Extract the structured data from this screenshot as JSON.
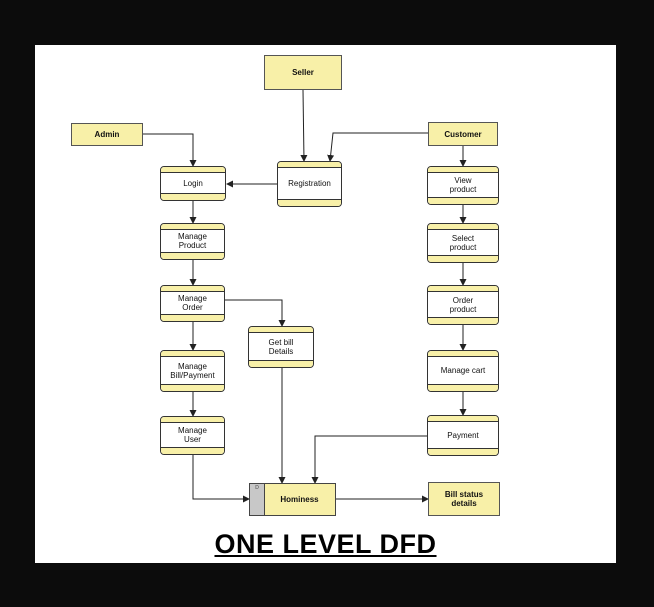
{
  "title": "ONE LEVEL DFD",
  "colors": {
    "fill": "#f8f0a8",
    "stroke": "#333333",
    "background": "#ffffff"
  },
  "entities": {
    "seller": "Seller",
    "admin": "Admin",
    "customer": "Customer",
    "bill_status": "Bill status\ndetails"
  },
  "processes": {
    "registration": "Registration",
    "login": "Login",
    "manage_product": "Manage\nProduct",
    "manage_order": "Manage\nOrder",
    "get_bill": "Get bill\nDetails",
    "manage_bill": "Manage\nBill/Payment",
    "manage_user": "Manage\nUser",
    "view_product": "View\nproduct",
    "select_product": "Select\nproduct",
    "order_product": "Order\nproduct",
    "manage_cart": "Manage cart",
    "payment": "Payment"
  },
  "store": {
    "id": "D",
    "label": "Hominess"
  }
}
